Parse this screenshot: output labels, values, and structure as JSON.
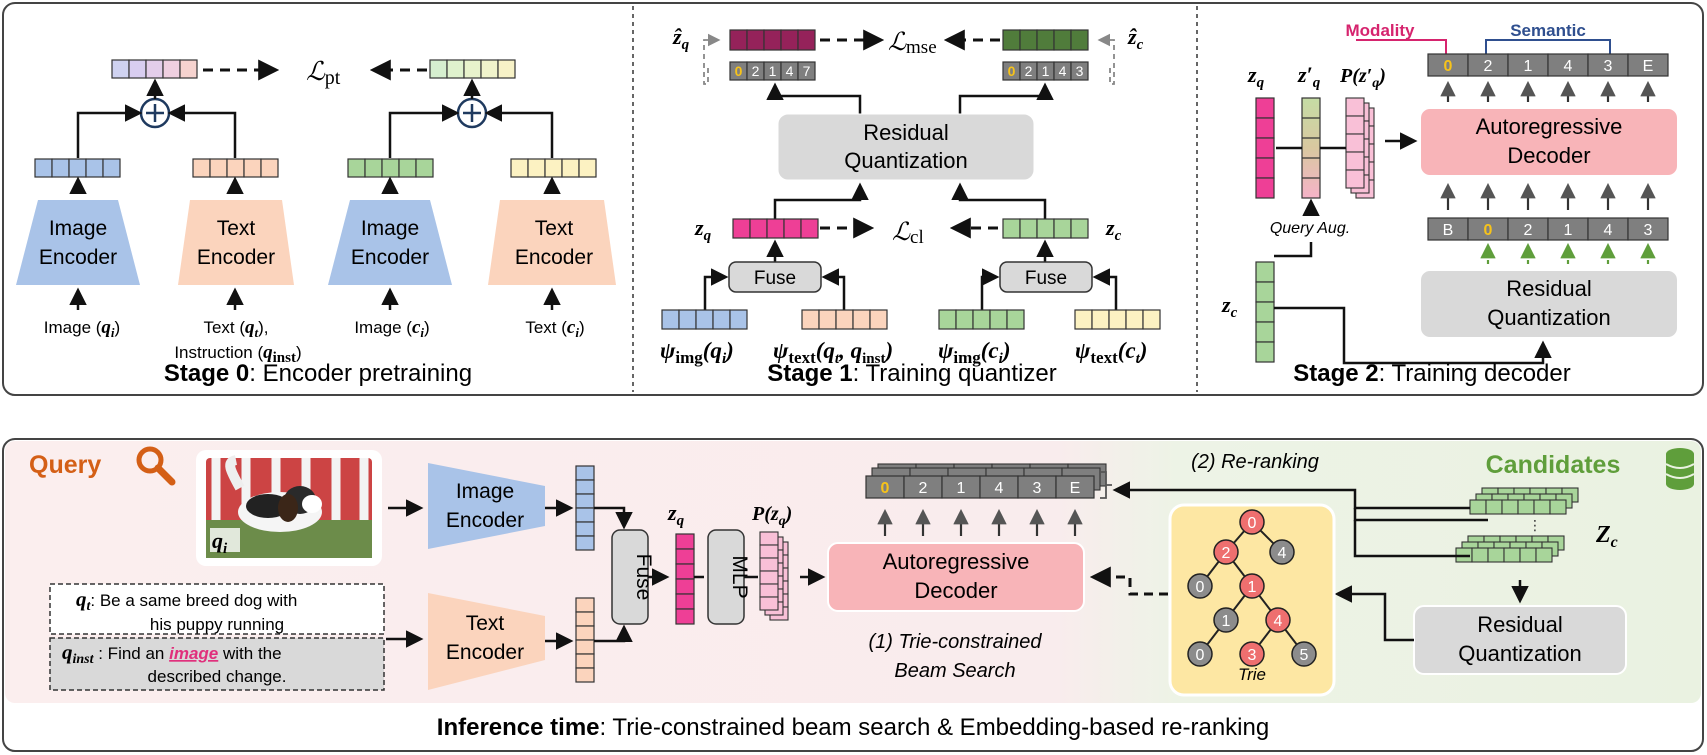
{
  "stage0": {
    "title_bold": "Stage 0",
    "title_rest": ": Encoder pretraining",
    "loss": "ℒ",
    "loss_sub": "pt",
    "image_encoder_l1": "Image",
    "image_encoder_l2": "Encoder",
    "text_encoder_l1": "Text",
    "text_encoder_l2": "Encoder",
    "in_image_q": "Image (",
    "in_image_q_var": "q",
    "in_image_q_sub": "i",
    "in_text_q": "Text (",
    "in_text_q_var": "q",
    "in_text_q_sub": "t",
    "in_text_q_tail": "),",
    "in_instruction": "Instruction (",
    "in_instruction_var": "q",
    "in_instruction_sub": "inst",
    "in_image_c": "Image (",
    "in_image_c_var": "c",
    "in_image_c_sub": "i",
    "in_text_c": "Text (",
    "in_text_c_var": "c",
    "in_text_c_sub": "i",
    "paren_close": ")"
  },
  "stage1": {
    "title_bold": "Stage 1",
    "title_rest": ": Training quantizer",
    "rq_l1": "Residual",
    "rq_l2": "Quantization",
    "fuse": "Fuse",
    "loss_mse": "ℒ",
    "loss_mse_sub": "mse",
    "loss_cl": "ℒ",
    "loss_cl_sub": "cl",
    "zq": "z",
    "zq_sub": "q",
    "zc": "z",
    "zc_sub": "c",
    "zhat_q": "ẑ",
    "zhat_q_sub": "q",
    "zhat_c": "ẑ",
    "zhat_c_sub": "c",
    "codes_q": [
      "0",
      "2",
      "1",
      "4",
      "7"
    ],
    "codes_c": [
      "0",
      "2",
      "1",
      "4",
      "3"
    ],
    "psi": "ψ",
    "psi_img": "img",
    "psi_text": "text",
    "arg_qi": "(q",
    "arg_qi_sub": "i",
    "arg_qt": "(q",
    "arg_qt_sub": "t",
    "arg_qinst": ", q",
    "arg_qinst_sub": "inst",
    "arg_ci": "(c",
    "arg_ci_sub": "i",
    "arg_ct": "(c",
    "arg_ct_sub": "t",
    "rparen": ")"
  },
  "stage2": {
    "title_bold": "Stage 2",
    "title_rest": ": Training decoder",
    "modality": "Modality",
    "semantic": "Semantic",
    "top_codes": [
      "0",
      "2",
      "1",
      "4",
      "3",
      "E"
    ],
    "bottom_codes": [
      "B",
      "0",
      "2",
      "1",
      "4",
      "3"
    ],
    "decoder_l1": "Autoregressive",
    "decoder_l2": "Decoder",
    "rq_l1": "Residual",
    "rq_l2": "Quantization",
    "zq": "z",
    "zq_sub": "q",
    "zq_prime": "z′",
    "zq_prime_sub": "q",
    "p_label": "P(z′",
    "p_label_sub": "q",
    "p_label_tail": ")",
    "query_aug": "Query Aug.",
    "zc": "z",
    "zc_sub": "c"
  },
  "inference": {
    "title_bold": "Inference time",
    "title_rest": ": Trie-constrained beam search & Embedding-based re-ranking",
    "query": "Query",
    "candidates": "Candidates",
    "qi": "q",
    "qi_sub": "i",
    "image_encoder_l1": "Image",
    "image_encoder_l2": "Encoder",
    "text_encoder_l1": "Text",
    "text_encoder_l2": "Encoder",
    "fuse": "Fuse",
    "mlp": "MLP",
    "zq": "z",
    "zq_sub": "q",
    "pzq": "P(z",
    "pzq_sub": "q",
    "pzq_tail": ")",
    "beam_codes": [
      "0",
      "2",
      "1",
      "4",
      "3",
      "E"
    ],
    "decoder_l1": "Autoregressive",
    "decoder_l2": "Decoder",
    "trie_note_l1": "(1) Trie-constrained",
    "trie_note_l2": "Beam Search",
    "rerank": "(2) Re-ranking",
    "zc_big": "Z",
    "zc_big_sub": "c",
    "rq_l1": "Residual",
    "rq_l2": "Quantization",
    "trie": "Trie",
    "trie_nodes": [
      "0",
      "2",
      "4",
      "0",
      "1",
      "1",
      "4",
      "0",
      "3",
      "5"
    ],
    "qt_var": "q",
    "qt_sub": "t",
    "qt_text_l1": ": Be a same breed dog with",
    "qt_text_l2": "his puppy running",
    "qinst_var": "q",
    "qinst_sub": "inst",
    "qinst_pre": " : Find an ",
    "qinst_em": "image",
    "qinst_post": " with the",
    "qinst_l2": "described change."
  },
  "colors": {
    "blue": "#a9c3e8",
    "orange": "#fbd4bd",
    "green": "#a8d59a",
    "yellow": "#fcf2c2",
    "purple": "#d8cdf0",
    "lightgreen": "#e1f1cf",
    "magenta": "#ee3f96",
    "pink": "#f9c0d7",
    "maroon": "#95225a",
    "darkgreen": "#507c3b",
    "gray": "#d9d9d9",
    "decoder": "#f8b4b8",
    "code_gray": "#7f7f7f",
    "trie_bg": "#fde7a3",
    "trie_red": "#ee6f6f",
    "trie_gray": "#8c8c8c",
    "query_orange": "#d45f16",
    "candidates_green": "#5f9e3b",
    "em_pink": "#e0307c"
  }
}
